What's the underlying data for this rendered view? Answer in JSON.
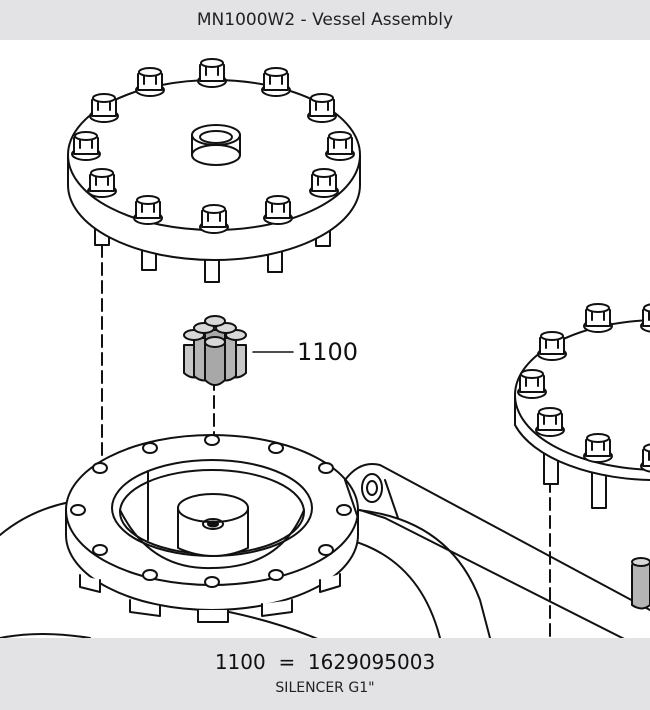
{
  "header": {
    "title": "MN1000W2 - Vessel Assembly"
  },
  "drawing": {
    "callout_label": "1100"
  },
  "footer": {
    "part_number": "1100",
    "separator": "=",
    "part_code": "1629095003",
    "description": "SILENCER G1\""
  }
}
